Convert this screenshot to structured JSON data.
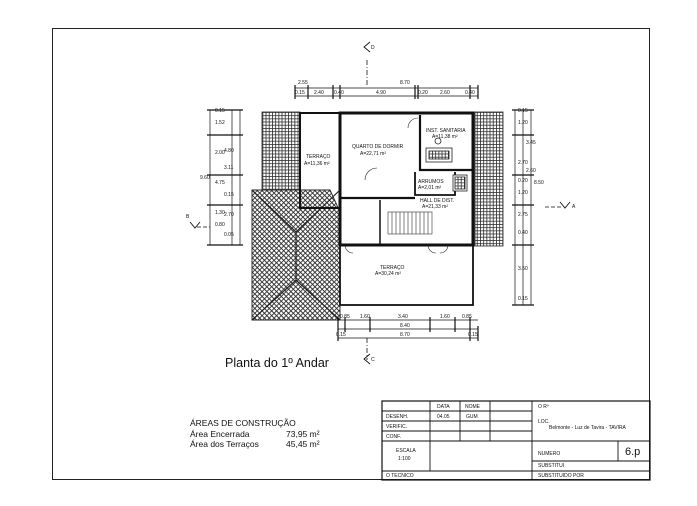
{
  "plan": {
    "title": "Planta do 1º Andar",
    "rooms": [
      {
        "name": "QUARTO DE DORMIR",
        "area": "A=22,71 m²"
      },
      {
        "name": "INST. SANITARIA",
        "area": "A=11,38 m²"
      },
      {
        "name": "TERRAÇO",
        "area": "A=11,36 m²"
      },
      {
        "name": "ARRUMOS",
        "area": "A=2,01 m²"
      },
      {
        "name": "HALL DE DIST.",
        "area": "A=21,33 m²"
      },
      {
        "name": "TERRAÇO",
        "area": "A=30,24 m²"
      }
    ],
    "section_marks": [
      "A",
      "B",
      "C",
      "D"
    ],
    "dims_top": [
      "2.55",
      "8.70",
      "0.15",
      "2.40",
      "0.40",
      "4.90",
      "0.20",
      "2.60",
      "0.40"
    ],
    "dims_bottom": [
      "0.85",
      "1.60",
      "3.40",
      "1.60",
      "0.85",
      "8.40",
      "0.15",
      "8.70",
      "0.15"
    ],
    "dims_left": [
      "0.15",
      "1.52",
      "2.00",
      "3.11",
      "4.75",
      "4.80",
      "9.60",
      "0.15",
      "1.30",
      "0.80",
      "0.05",
      "2.70"
    ],
    "dims_right": [
      "0.15",
      "1.20",
      "3.45",
      "2.70",
      "0.20",
      "1.20",
      "2.60",
      "0.40",
      "2.75",
      "3.50",
      "8.50",
      "0.15"
    ]
  },
  "areas": {
    "heading": "ÁREAS DE CONSTRUÇÃO",
    "rows": [
      {
        "label": "Área Encerrada",
        "value": "73,95 m²"
      },
      {
        "label": "Área dos Terraços",
        "value": "45,45 m²"
      }
    ]
  },
  "title_block": {
    "col_data": "DATA",
    "col_nome": "NOME",
    "desenh_label": "DESENH.",
    "desenh_date": "04.05",
    "desenh_name": "GUM",
    "verific_label": "VERIFIC.",
    "conf_label": "CONF.",
    "escala_label": "ESCALA",
    "escala_value": "1:100",
    "tecnico_label": "O TECNICO",
    "dono_label": "O Rº",
    "loc_label": "LOC.",
    "loc_value": "Belmonte - Luz de Tavira - TAVIRA",
    "numero_label": "NUMERO",
    "numero_value": "6.p",
    "substitui_label": "SUBSTITUI",
    "substituido_label": "SUBSTITUIDO POR"
  }
}
